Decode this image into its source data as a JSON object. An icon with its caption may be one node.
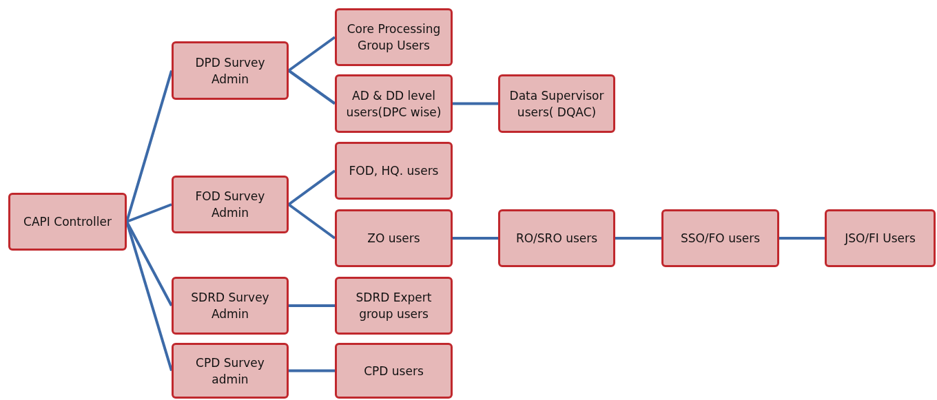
{
  "diagram": {
    "nodes": [
      {
        "text": [
          "CAPI Controller"
        ]
      },
      {
        "text": [
          "DPD Survey Admin"
        ]
      },
      {
        "text": [
          "Core Processing Group Users"
        ]
      },
      {
        "text": [
          "AD & DD level users(DPC wise)"
        ]
      },
      {
        "text": [
          "Data Supervisor users( DQAC)"
        ]
      },
      {
        "text": [
          "FOD Survey Admin"
        ]
      },
      {
        "text": [
          "FOD, HQ. users"
        ]
      },
      {
        "text": [
          "ZO users"
        ]
      },
      {
        "text": [
          "RO/SRO users"
        ]
      },
      {
        "text": [
          "SSO/FO users"
        ]
      },
      {
        "text": [
          "JSO/FI Users"
        ]
      },
      {
        "text": [
          "SDRD Survey Admin"
        ]
      },
      {
        "text": [
          "SDRD Expert group users"
        ]
      },
      {
        "text": [
          "CPD Survey admin"
        ]
      },
      {
        "text": [
          "CPD users"
        ]
      }
    ],
    "edges": [
      {
        "from": 0,
        "to": 1,
        "arrow": "none"
      },
      {
        "from": 0,
        "to": 5,
        "arrow": "none"
      },
      {
        "from": 0,
        "to": 11,
        "arrow": "none"
      },
      {
        "from": 0,
        "to": 13,
        "arrow": "none"
      },
      {
        "from": 1,
        "to": 2,
        "arrow": "none"
      },
      {
        "from": 1,
        "to": 3,
        "arrow": "none"
      },
      {
        "from": 3,
        "to": 4,
        "arrow": "none"
      },
      {
        "from": 5,
        "to": 6,
        "arrow": "none"
      },
      {
        "from": 5,
        "to": 7,
        "arrow": "none"
      },
      {
        "from": 7,
        "to": 8,
        "arrow": "none"
      },
      {
        "from": 8,
        "to": 9,
        "arrow": "none"
      },
      {
        "from": 9,
        "to": 10,
        "arrow": "none"
      },
      {
        "from": 11,
        "to": 12,
        "arrow": "none"
      },
      {
        "from": 13,
        "to": 14,
        "arrow": "none"
      }
    ]
  }
}
